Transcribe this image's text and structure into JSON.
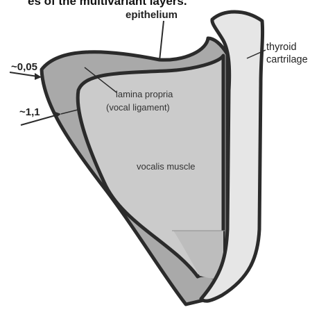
{
  "caption_fragment": "es of the multivariant layers.",
  "labels": {
    "epithelium": "epithelium",
    "thyroid_line1": "thyroid",
    "thyroid_line2": "cartrilage",
    "lamina_line1": "lamina propria",
    "lamina_line2": "(vocal ligament)",
    "vocalis": "vocalis muscle",
    "dim_epithelium": "~0,05",
    "dim_lamina": "~1,1"
  },
  "colors": {
    "outline": "#2b2b2b",
    "lamina_fill": "#a9a9a9",
    "muscle_fill": "#cbcbcb",
    "cartilage_fill": "#e6e6e6",
    "lower_band": "#bdbdbd"
  }
}
